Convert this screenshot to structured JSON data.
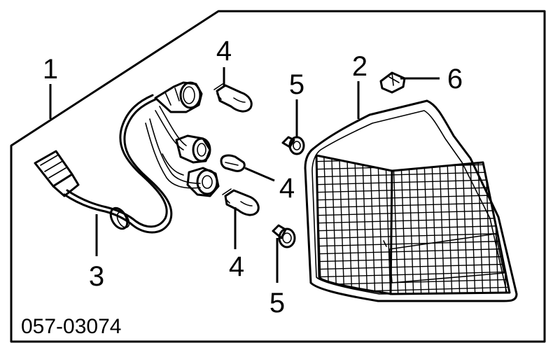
{
  "diagram": {
    "part_code": "057-03074",
    "callouts": {
      "c1": "1",
      "c2": "2",
      "c3": "3",
      "c4a": "4",
      "c4b": "4",
      "c4c": "4",
      "c5a": "5",
      "c5b": "5",
      "c6": "6"
    }
  }
}
